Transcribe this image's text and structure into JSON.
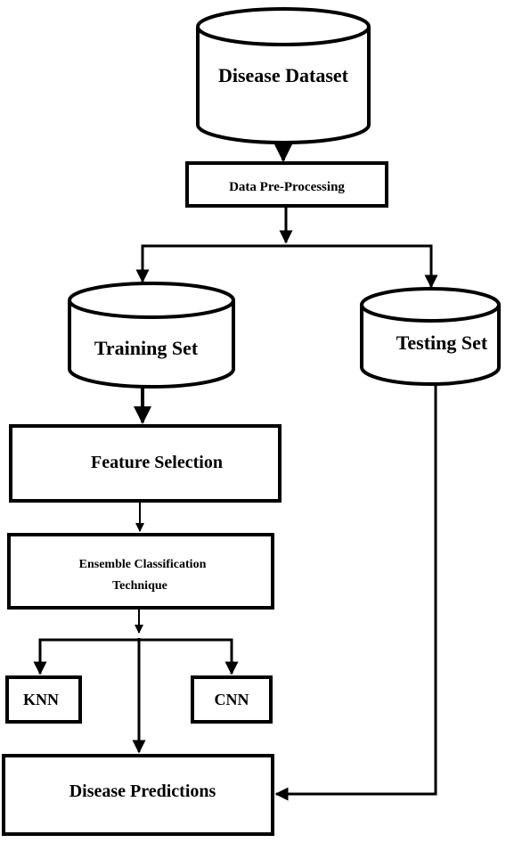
{
  "nodes": {
    "disease_dataset": "Disease Dataset",
    "data_preprocessing": "Data Pre-Processing",
    "training_set": "Training Set",
    "testing_set": "Testing Set",
    "feature_selection": "Feature Selection",
    "ensemble_line1": "Ensemble Classification",
    "ensemble_line2": "Technique",
    "knn": "KNN",
    "cnn": "CNN",
    "disease_predictions": "Disease Predictions"
  },
  "colors": {
    "stroke": "#000000",
    "fill": "#ffffff"
  }
}
